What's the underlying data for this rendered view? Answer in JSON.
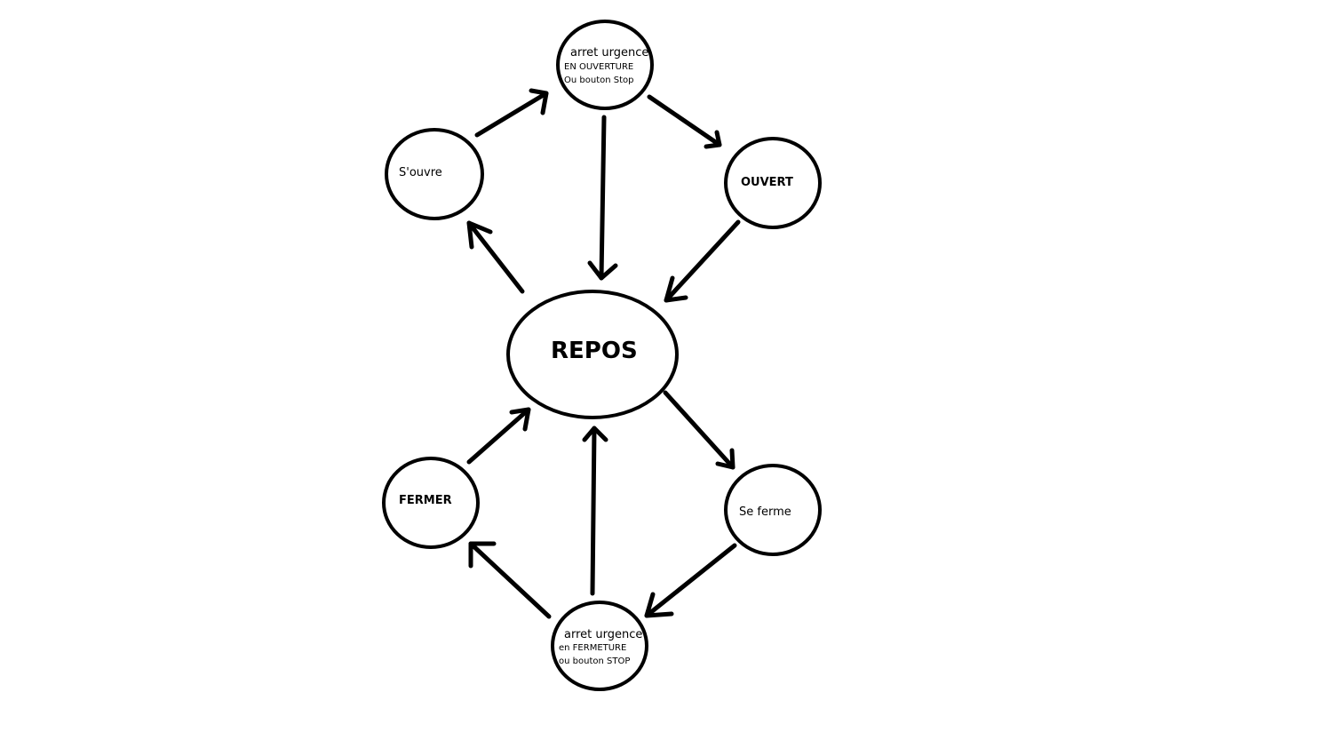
{
  "diagram": {
    "nodes": {
      "repos": {
        "label": "REPOS"
      },
      "souvre": {
        "label": "S'ouvre"
      },
      "ouvert": {
        "label": "OUVERT"
      },
      "fermer": {
        "label": "FERMER"
      },
      "seferme": {
        "label": "Se ferme"
      },
      "arret_ouverture": {
        "line1": "arret urgence",
        "line2": "EN OUVERTURE",
        "line3": "Ou bouton Stop"
      },
      "arret_fermeture": {
        "line1": "arret urgence",
        "line2": "en FERMETURE",
        "line3": "ou bouton STOP"
      }
    },
    "edges": [
      {
        "from": "repos",
        "to": "souvre"
      },
      {
        "from": "souvre",
        "to": "arret_ouverture"
      },
      {
        "from": "arret_ouverture",
        "to": "ouvert"
      },
      {
        "from": "arret_ouverture",
        "to": "repos"
      },
      {
        "from": "ouvert",
        "to": "repos"
      },
      {
        "from": "repos",
        "to": "seferme"
      },
      {
        "from": "seferme",
        "to": "arret_fermeture"
      },
      {
        "from": "arret_fermeture",
        "to": "repos"
      },
      {
        "from": "arret_fermeture",
        "to": "fermer"
      },
      {
        "from": "fermer",
        "to": "repos"
      }
    ],
    "colors": {
      "stroke": "#000000",
      "background": "#ffffff"
    }
  }
}
